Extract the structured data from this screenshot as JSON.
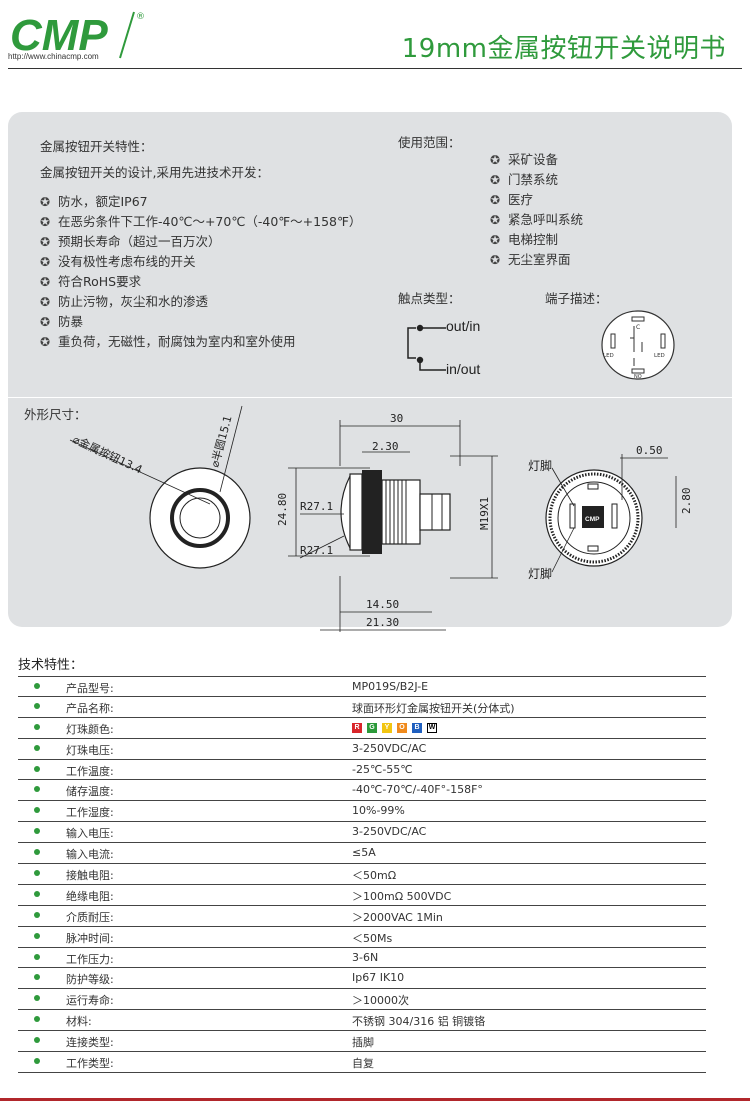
{
  "header": {
    "logo_text": "CMP",
    "logo_mark": "®",
    "url": "http://www.chinacmp.com",
    "title": "19mm金属按钮开关说明书"
  },
  "features": {
    "heading": "金属按钮开关特性：",
    "intro": "金属按钮开关的设计,采用先进技术开发：",
    "items": [
      "防水，额定IP67",
      "在恶劣条件下工作-40℃～+70℃（-40℉～+158℉）",
      "预期长寿命（超过一百万次）",
      "没有极性考虑布线的开关",
      "符合RoHS要求",
      "防止污物，灰尘和水的渗透",
      "防暴",
      "重负荷，无磁性，耐腐蚀为室内和室外使用"
    ]
  },
  "usage": {
    "heading": "使用范围：",
    "items": [
      "采矿设备",
      "门禁系统",
      "医疗",
      "紧急呼叫系统",
      "电梯控制",
      "无尘室界面"
    ]
  },
  "contact": {
    "heading": "触点类型：",
    "out_in": "out/in",
    "in_out": "in/out"
  },
  "terminal": {
    "heading": "端子描述：",
    "c": "C",
    "led_left": "LED",
    "led_right": "LED",
    "no": "NO"
  },
  "dimensions": {
    "heading": "外形尺寸：",
    "ring_dia": "⌀金属按钮13.4",
    "ball_dia": "⌀半圆15.1",
    "len_30": "30",
    "len_2_30": "2.30",
    "h_24_80": "24.80",
    "r27_top": "R27.1",
    "r27_bottom": "R27.1",
    "thread": "M19X1",
    "len_14_50": "14.50",
    "len_21_30": "21.30",
    "gap_0_50": "0.50",
    "gap_2_80": "2.80",
    "lamp_top": "灯脚",
    "lamp_bottom": "灯脚",
    "cmp_mark": "CMP"
  },
  "specs": {
    "heading": "技术特性：",
    "rows": [
      {
        "label": "产品型号:",
        "value": "MP019S/B2J-E"
      },
      {
        "label": "产品名称:",
        "value": "球面环形灯金属按钮开关(分体式)"
      },
      {
        "label": "灯珠颜色:",
        "value": ""
      },
      {
        "label": "灯珠电压:",
        "value": "3-250VDC/AC"
      },
      {
        "label": "工作温度:",
        "value": "-25℃-55℃"
      },
      {
        "label": "储存温度:",
        "value": "-40℃-70℃/-40F°-158F°"
      },
      {
        "label": "工作湿度:",
        "value": "10%-99%"
      },
      {
        "label": "输入电压:",
        "value": "3-250VDC/AC"
      },
      {
        "label": "输入电流:",
        "value": "≤5A"
      },
      {
        "label": "接触电阻:",
        "value": "＜50mΩ"
      },
      {
        "label": "绝缘电阻:",
        "value": "＞100mΩ  500VDC"
      },
      {
        "label": "介质耐压:",
        "value": "＞2000VAC  1Min"
      },
      {
        "label": "脉冲时间:",
        "value": "＜50Ms"
      },
      {
        "label": "工作压力:",
        "value": "3-6N"
      },
      {
        "label": "防护等级:",
        "value": "Ip67 IK10"
      },
      {
        "label": "运行寿命:",
        "value": "＞10000次"
      },
      {
        "label": "材料:",
        "value": "不锈钢 304/316  铝  铜镀铬"
      },
      {
        "label": "连接类型:",
        "value": "插脚"
      },
      {
        "label": "工作类型:",
        "value": "自复"
      }
    ],
    "led_colors": [
      {
        "letter": "R",
        "color": "#d9262b"
      },
      {
        "letter": "G",
        "color": "#2c9a3a"
      },
      {
        "letter": "Y",
        "color": "#f2c511"
      },
      {
        "letter": "O",
        "color": "#f08a1c"
      },
      {
        "letter": "B",
        "color": "#1f5fbf"
      },
      {
        "letter": "W",
        "color": "#ffffff"
      }
    ]
  },
  "colors": {
    "brand_green": "#2f9a3c",
    "panel_grey": "#dfe1e3",
    "footer_red": "#b1262b"
  }
}
